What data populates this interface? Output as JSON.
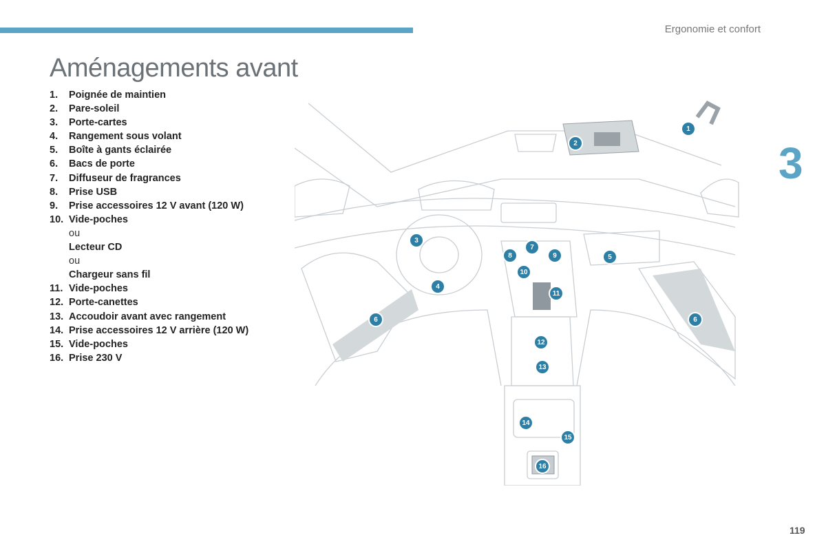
{
  "header": {
    "section_label": "Ergonomie et confort"
  },
  "page": {
    "title": "Aménagements avant",
    "chapter_number": "3",
    "page_number": "119"
  },
  "items": [
    {
      "num": "1.",
      "label": "Poignée de maintien"
    },
    {
      "num": "2.",
      "label": "Pare-soleil"
    },
    {
      "num": "3.",
      "label": "Porte-cartes"
    },
    {
      "num": "4.",
      "label": "Rangement sous volant"
    },
    {
      "num": "5.",
      "label": "Boîte à gants éclairée"
    },
    {
      "num": "6.",
      "label": "Bacs de porte"
    },
    {
      "num": "7.",
      "label": "Diffuseur de fragrances"
    },
    {
      "num": "8.",
      "label": "Prise USB"
    },
    {
      "num": "9.",
      "label": "Prise accessoires 12 V avant (120 W)"
    },
    {
      "num": "10.",
      "label": "Vide-poches"
    },
    {
      "num": "",
      "label": "ou",
      "plain": true
    },
    {
      "num": "",
      "label": "Lecteur CD"
    },
    {
      "num": "",
      "label": "ou",
      "plain": true
    },
    {
      "num": "",
      "label": "Chargeur sans fil"
    },
    {
      "num": "11.",
      "label": "Vide-poches"
    },
    {
      "num": "12.",
      "label": "Porte-canettes"
    },
    {
      "num": "13.",
      "label": "Accoudoir avant avec rangement"
    },
    {
      "num": "14.",
      "label": "Prise accessoires 12 V arrière (120 W)"
    },
    {
      "num": "15.",
      "label": "Vide-poches"
    },
    {
      "num": "16.",
      "label": "Prise 230 V"
    }
  ],
  "diagram": {
    "markers": [
      "1",
      "2",
      "3",
      "4",
      "5",
      "6",
      "6",
      "7",
      "8",
      "9",
      "10",
      "11",
      "12",
      "13",
      "14",
      "15",
      "16"
    ]
  },
  "colors": {
    "accent": "#5ba4c6",
    "marker": "#2e7fa5",
    "title": "#6b7277"
  }
}
